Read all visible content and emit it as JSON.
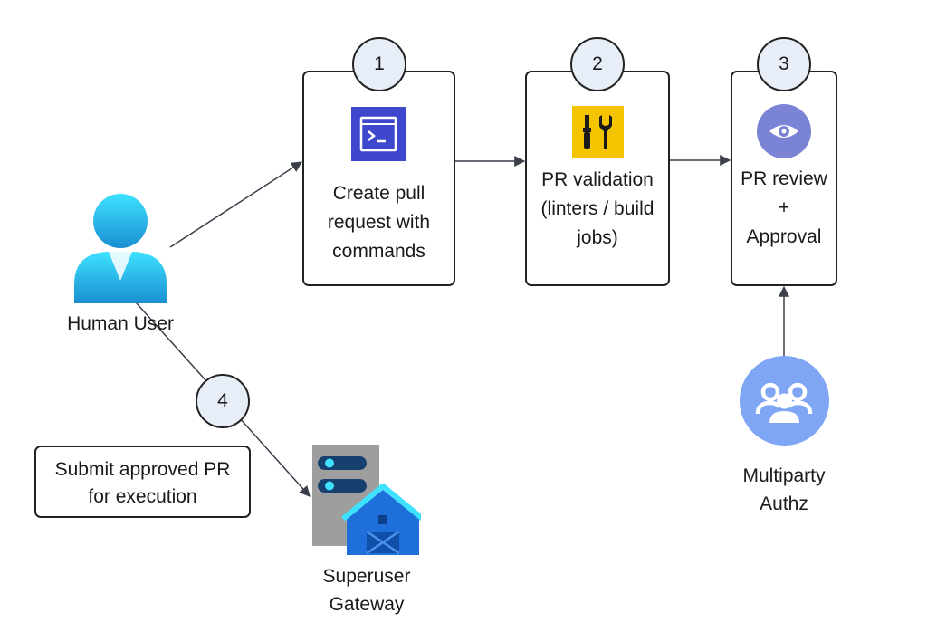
{
  "steps": [
    {
      "number": "1",
      "text": "Create pull\nrequest with\ncommands",
      "icon": "terminal-icon"
    },
    {
      "number": "2",
      "text": "PR validation\n(linters / build\njobs)",
      "icon": "tools-icon"
    },
    {
      "number": "3",
      "text": "PR review\n+\nApproval",
      "icon": "eye-icon"
    }
  ],
  "actors": {
    "human_user": {
      "label": "Human User",
      "icon": "user-icon"
    },
    "multiparty_authz": {
      "label": "Multiparty\nAuthz",
      "icon": "group-icon"
    },
    "superuser_gateway": {
      "label": "Superuser\nGateway",
      "icon": "server-gateway-icon"
    }
  },
  "step4": {
    "number": "4",
    "note": "Submit approved PR\nfor execution"
  },
  "colors": {
    "badge_fill": "#e8eef8",
    "terminal_bg": "#3f48cc",
    "tools_bg": "#f5c400",
    "eye_bg": "#7b83d4",
    "group_bg": "#7ea6f5",
    "user_gradient": [
      "#3ee1ff",
      "#1a8fd1"
    ],
    "barn_blue": "#1e6fd9"
  }
}
